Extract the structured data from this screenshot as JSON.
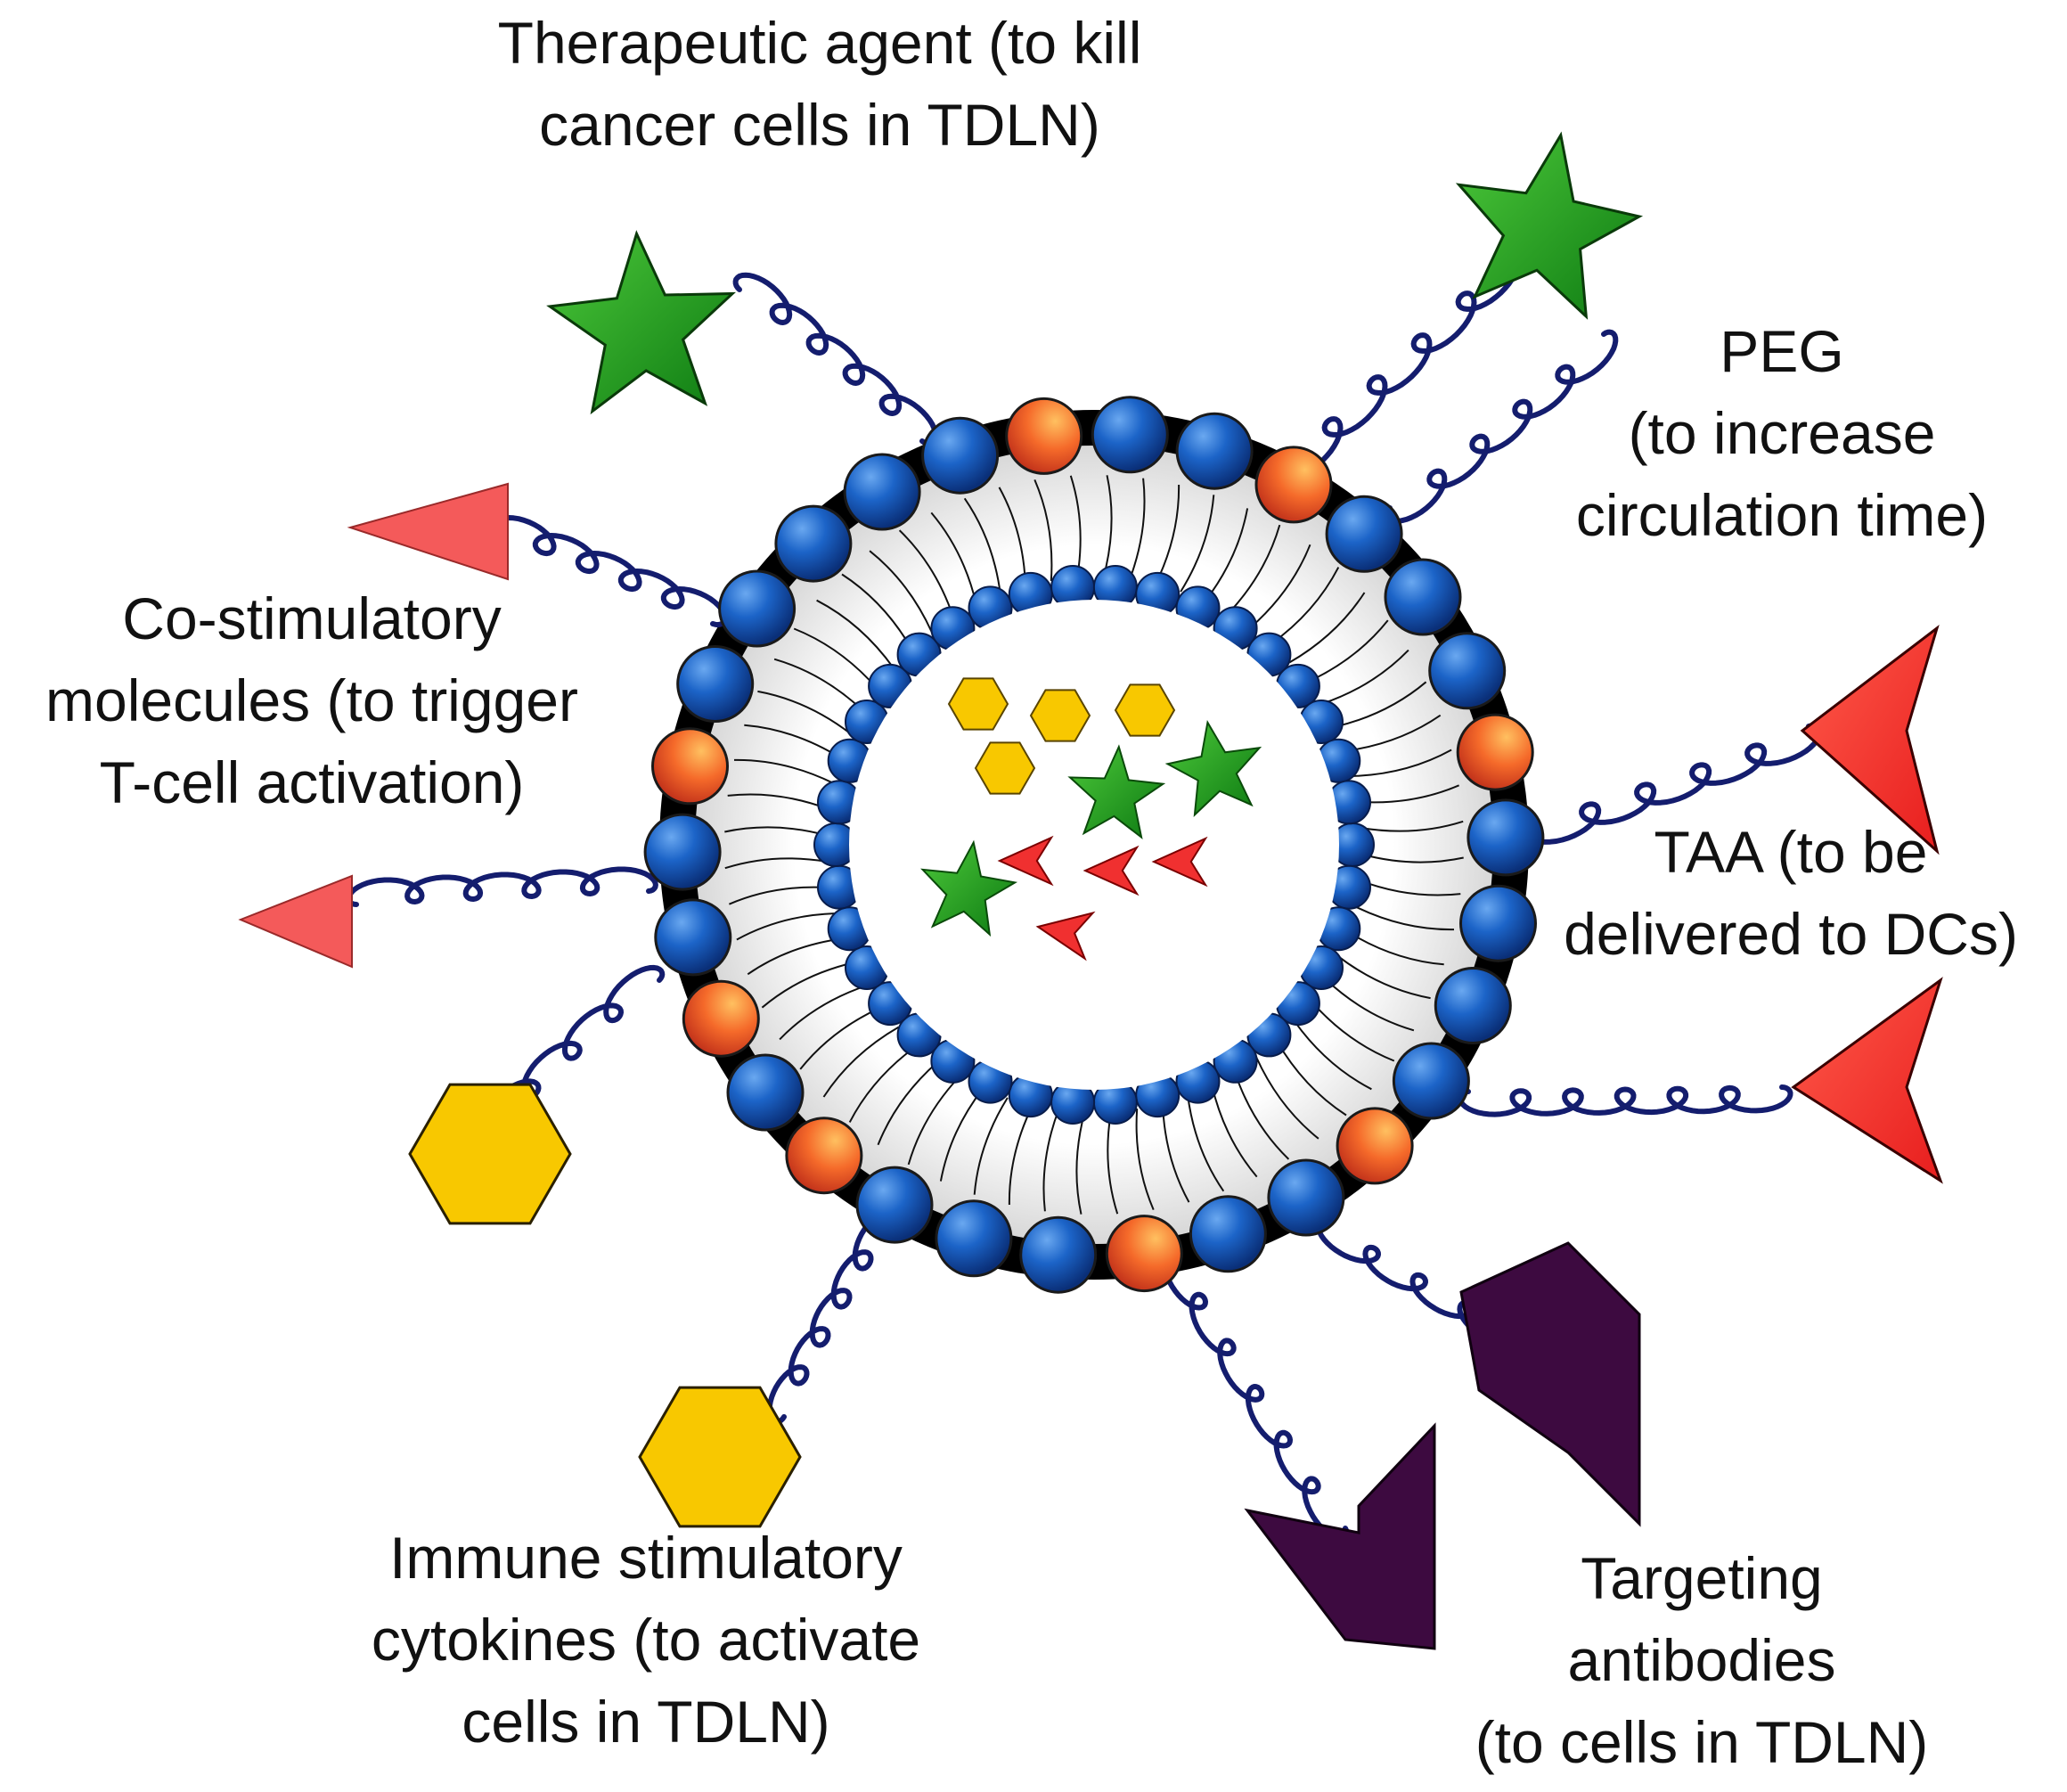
{
  "labels": {
    "therapeutic": [
      "Therapeutic agent (to kill",
      "cancer cells in TDLN)"
    ],
    "peg": [
      "PEG",
      "(to increase",
      "circulation time)"
    ],
    "costim": [
      "Co-stimulatory",
      "molecules (to trigger",
      "T-cell activation)"
    ],
    "taa": [
      "TAA (to be",
      "delivered to DCs)"
    ],
    "cytokines": [
      "Immune stimulatory",
      "cytokines (to activate",
      "cells in TDLN)"
    ],
    "antibodies": [
      "Targeting",
      "antibodies",
      "(to cells in TDLN)"
    ]
  },
  "colors": {
    "lipid_head": "#1456b8",
    "lipid_head_highlight": "#6aa8f0",
    "functional_head": "#f0602a",
    "functional_head_highlight": "#ffc060",
    "peg_chain": "#141d6e",
    "star": "#1f9a1f",
    "antigen": "#f03030",
    "costim": "#f45a5a",
    "cytokine": "#f8c800",
    "antibody": "#3d0a40",
    "membrane_outline": "#000000"
  },
  "icons": [
    "star-icon",
    "triangle-icon",
    "hexagon-icon",
    "chevron-icon"
  ]
}
